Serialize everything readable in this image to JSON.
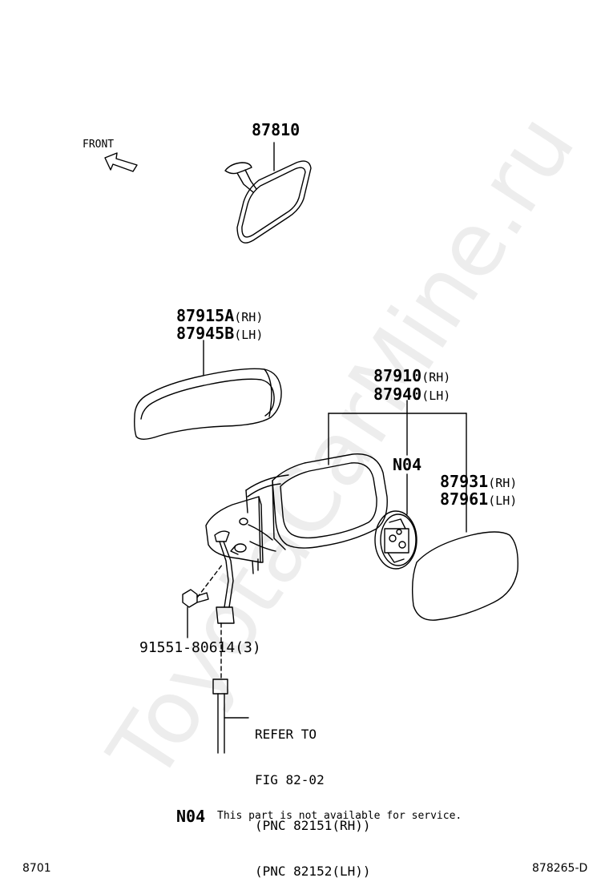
{
  "watermark": "ToyotaCarMine.ru",
  "front_label": "FRONT",
  "parts": {
    "inner_mirror": "87810",
    "cover_rh": "87915A",
    "cover_rh_suffix": "(RH)",
    "cover_lh": "87945B",
    "cover_lh_suffix": "(LH)",
    "outer_mirror_rh": "87910",
    "outer_mirror_rh_suffix": "(RH)",
    "outer_mirror_lh": "87940",
    "outer_mirror_lh_suffix": "(LH)",
    "motor_code": "N04",
    "glass_rh": "87931",
    "glass_rh_suffix": "(RH)",
    "glass_lh": "87961",
    "glass_lh_suffix": "(LH)",
    "bolt": "91551-80614(3)"
  },
  "reference": {
    "line1": "REFER TO",
    "line2": "FIG 82-02",
    "line3": "(PNC 82151(RH))",
    "line4": "(PNC 82152(LH))"
  },
  "note": {
    "code": "N04",
    "text": "This part is not available for service."
  },
  "footer": {
    "left": "8701",
    "right": "878265-D"
  }
}
